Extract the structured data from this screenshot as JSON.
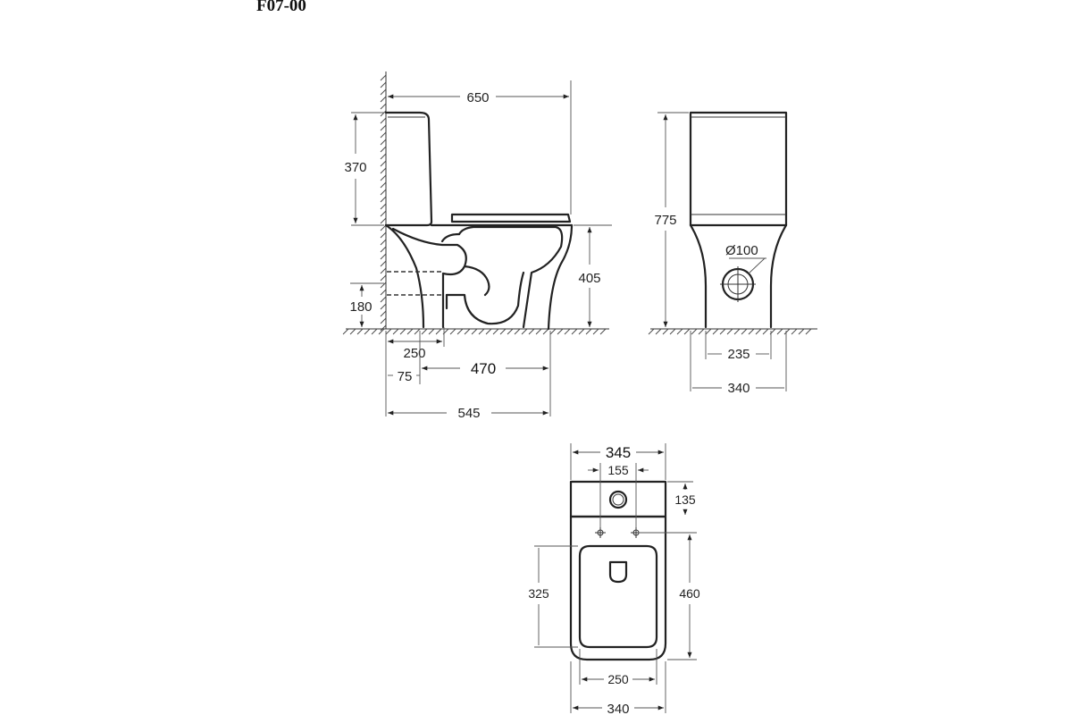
{
  "title": "F07-00",
  "side_view": {
    "dim_length": "650",
    "dim_tank_height": "370",
    "dim_seat_height": "405",
    "dim_outlet_height": "180",
    "dim_250": "250",
    "dim_75": "75",
    "dim_470": "470",
    "dim_545": "545"
  },
  "front_view": {
    "dim_total_height": "775",
    "dim_outlet_diameter": "Ø100",
    "dim_base_width": "235",
    "dim_total_width": "340"
  },
  "top_view": {
    "dim_tank_width": "345",
    "dim_hole_spacing": "155",
    "dim_tank_depth": "135",
    "dim_bowl_depth": "325",
    "dim_bowl_length": "460",
    "dim_inner_width": "250",
    "dim_bowl_width": "340"
  }
}
